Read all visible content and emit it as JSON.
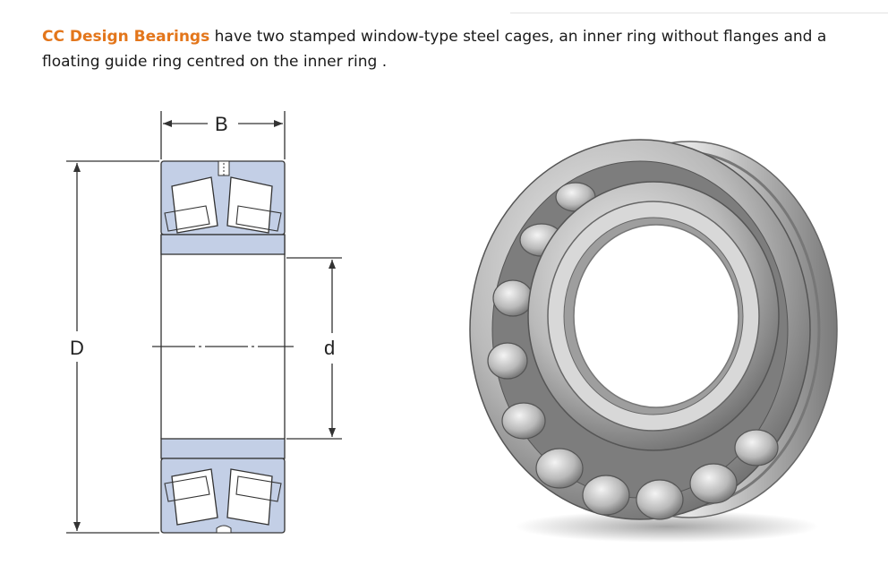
{
  "intro": {
    "brand": "CC Design Bearings",
    "text": " have two stamped window-type steel cages, an inner ring without flanges and a floating guide ring centred on the inner ring ."
  },
  "diagram": {
    "label_width": "B",
    "label_outer_diameter": "D",
    "label_bore_diameter": "d"
  },
  "colors": {
    "brand": "#e3761b",
    "ring_fill": "#c3cfe6",
    "line": "#333333"
  }
}
